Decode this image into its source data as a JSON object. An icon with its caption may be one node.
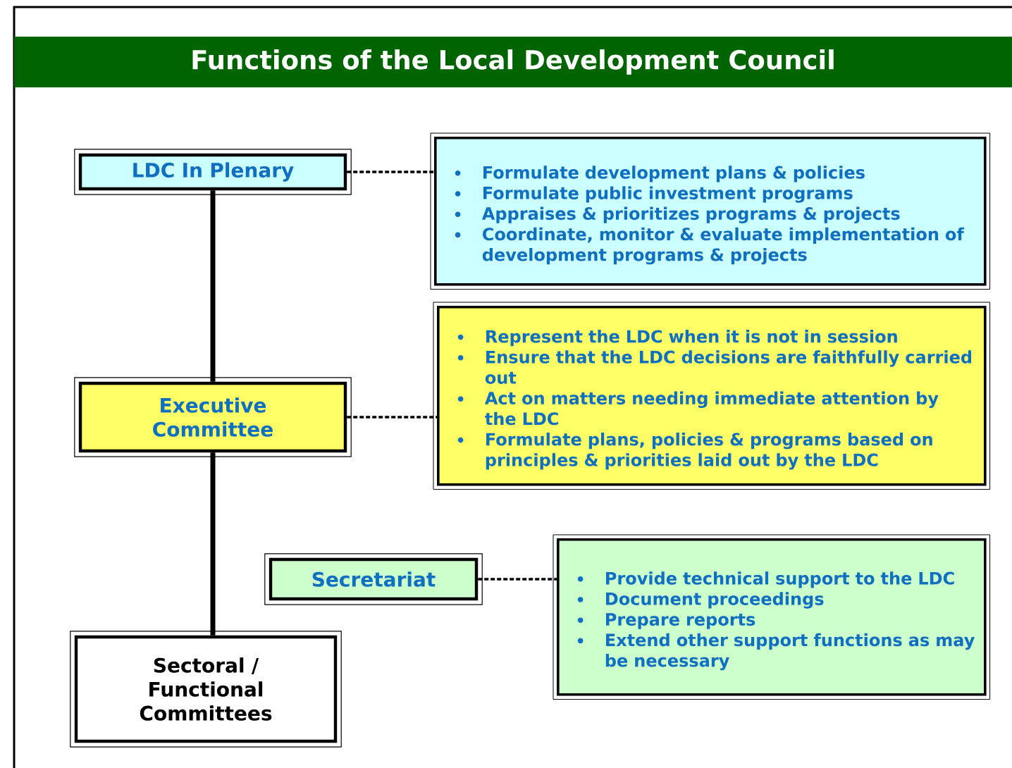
{
  "diagram": {
    "title": "Functions of the Local Development Council",
    "nodes": [
      {
        "text": [
          "LDC In Plenary"
        ]
      },
      {
        "text": [
          "Formulate development plans & policies",
          "Formulate public investment programs",
          "Appraises & prioritizes programs & projects",
          "Coordinate, monitor & evaluate implementation of development programs & projects"
        ]
      },
      {
        "text": [
          "Executive Committee"
        ]
      },
      {
        "text": [
          "Represent the LDC when it is not in session",
          "Ensure that the LDC decisions are faithfully carried out",
          "Act on matters needing immediate attention by the LDC",
          "Formulate plans, policies & programs based on principles & priorities laid out by the LDC"
        ]
      },
      {
        "text": [
          "Secretariat"
        ]
      },
      {
        "text": [
          "Provide technical support to the LDC",
          "Document proceedings",
          "Prepare reports",
          "Extend other support functions as may be necessary"
        ]
      },
      {
        "text": [
          "Sectoral / Functional Committees"
        ]
      }
    ],
    "edges": [
      {
        "from": 0,
        "to": 1,
        "arrow": "none",
        "style": "dashed"
      },
      {
        "from": 0,
        "to": 2,
        "arrow": "none",
        "style": "thick"
      },
      {
        "from": 2,
        "to": 3,
        "arrow": "none",
        "style": "dashed"
      },
      {
        "from": 2,
        "to": 4,
        "arrow": "none"
      },
      {
        "from": 4,
        "to": 5,
        "arrow": "none",
        "style": "dashed"
      },
      {
        "from": 2,
        "to": 6,
        "arrow": "none",
        "style": "thick"
      }
    ]
  }
}
